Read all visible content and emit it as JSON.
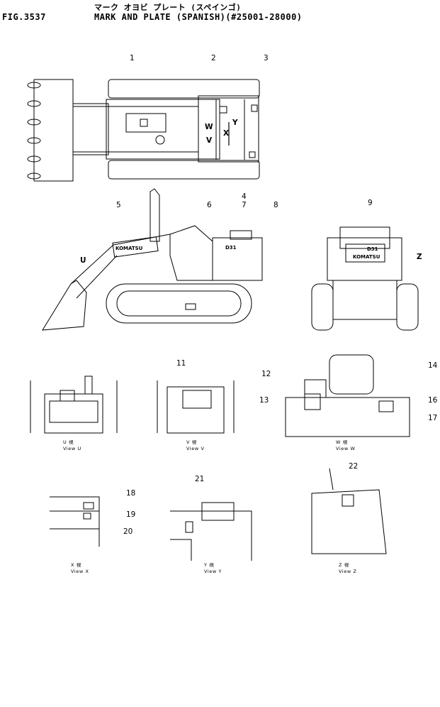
{
  "header": {
    "title_jp": "マーク オヨビ プレート (スペインゴ)",
    "fig_number": "FIG.3537",
    "title_en": "MARK AND PLATE (SPANISH)(#25001-28000)"
  },
  "callouts": [
    "1",
    "2",
    "3",
    "4",
    "5",
    "6",
    "7",
    "8",
    "9",
    "11",
    "12",
    "13",
    "14",
    "16",
    "17",
    "18",
    "19",
    "20",
    "21",
    "22"
  ],
  "arrows": {
    "W": "W",
    "V": "V",
    "Y": "Y",
    "X": "X",
    "U": "U",
    "Z": "Z"
  },
  "decals": {
    "model": "D31",
    "brand": "KOMATSU"
  },
  "views": [
    {
      "kanji": "U 視",
      "label": "View U"
    },
    {
      "kanji": "V 視",
      "label": "View V"
    },
    {
      "kanji": "W 視",
      "label": "View W"
    },
    {
      "kanji": "X 視",
      "label": "View X"
    },
    {
      "kanji": "Y 視",
      "label": "View Y"
    },
    {
      "kanji": "Z 視",
      "label": "View Z"
    }
  ]
}
